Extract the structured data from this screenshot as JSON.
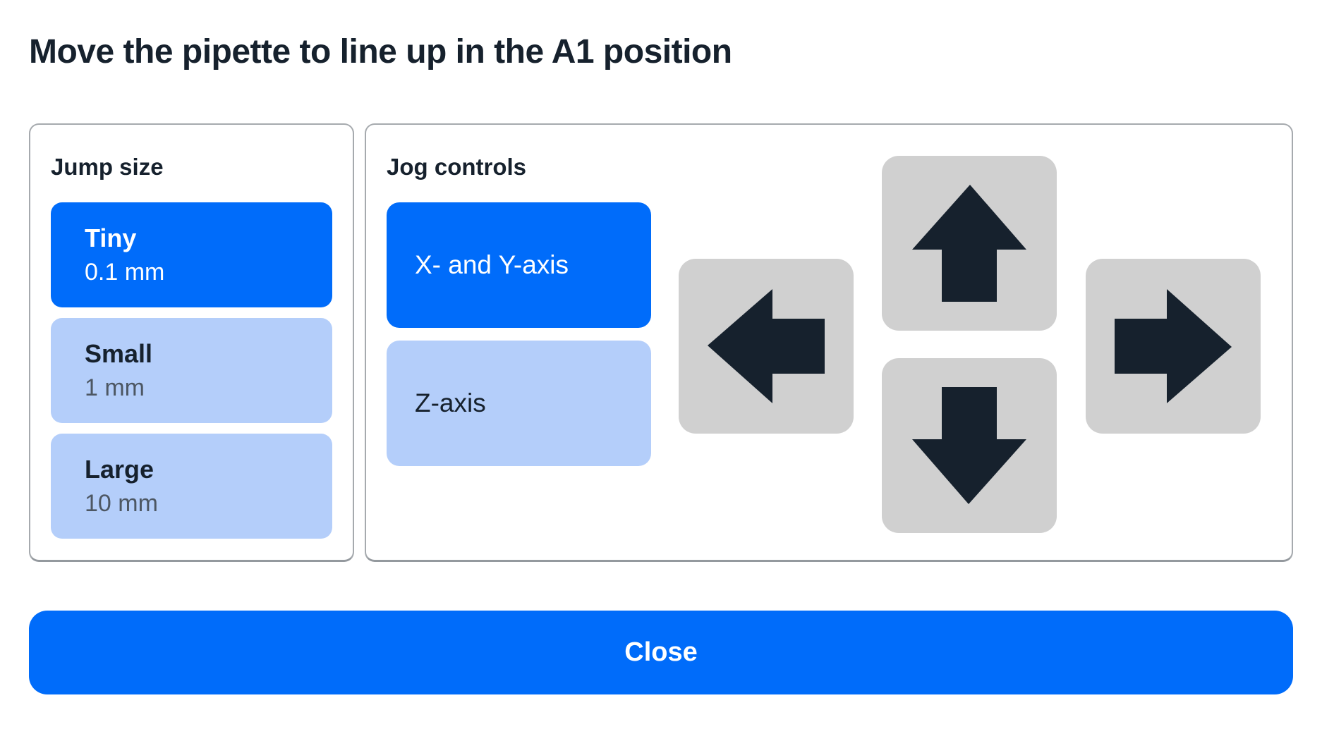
{
  "title": "Move the pipette to line up in the A1 position",
  "jump_size": {
    "label": "Jump size",
    "options": [
      {
        "name": "Tiny",
        "value": "0.1 mm",
        "selected": true
      },
      {
        "name": "Small",
        "value": "1 mm",
        "selected": false
      },
      {
        "name": "Large",
        "value": "10 mm",
        "selected": false
      }
    ]
  },
  "jog_controls": {
    "label": "Jog controls",
    "axis_options": [
      {
        "label": "X- and Y-axis",
        "selected": true
      },
      {
        "label": "Z-axis",
        "selected": false
      }
    ],
    "arrow_buttons": [
      {
        "icon": "arrow-up-icon",
        "direction": "up"
      },
      {
        "icon": "arrow-left-icon",
        "direction": "left"
      },
      {
        "icon": "arrow-right-icon",
        "direction": "right"
      },
      {
        "icon": "arrow-down-icon",
        "direction": "down"
      }
    ]
  },
  "close_button": {
    "label": "Close"
  },
  "colors": {
    "accent_blue": "#006CFA",
    "light_blue": "#B4CEFA",
    "gray_button": "#D0D0D0",
    "dark_navy": "#16212D"
  }
}
